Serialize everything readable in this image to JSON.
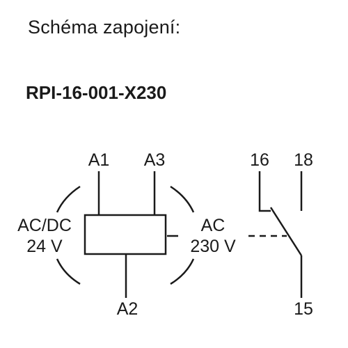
{
  "heading": "Schéma zapojení:",
  "model": "RPI-16-001-X230",
  "coil": {
    "terminal_a1": "A1",
    "terminal_a3": "A3",
    "terminal_a2": "A2",
    "left_supply_line1": "AC/DC",
    "left_supply_line2": "24 V",
    "right_supply_line1": "AC",
    "right_supply_line2": "230 V"
  },
  "contact": {
    "terminal_16": "16",
    "terminal_18": "18",
    "terminal_15": "15"
  }
}
